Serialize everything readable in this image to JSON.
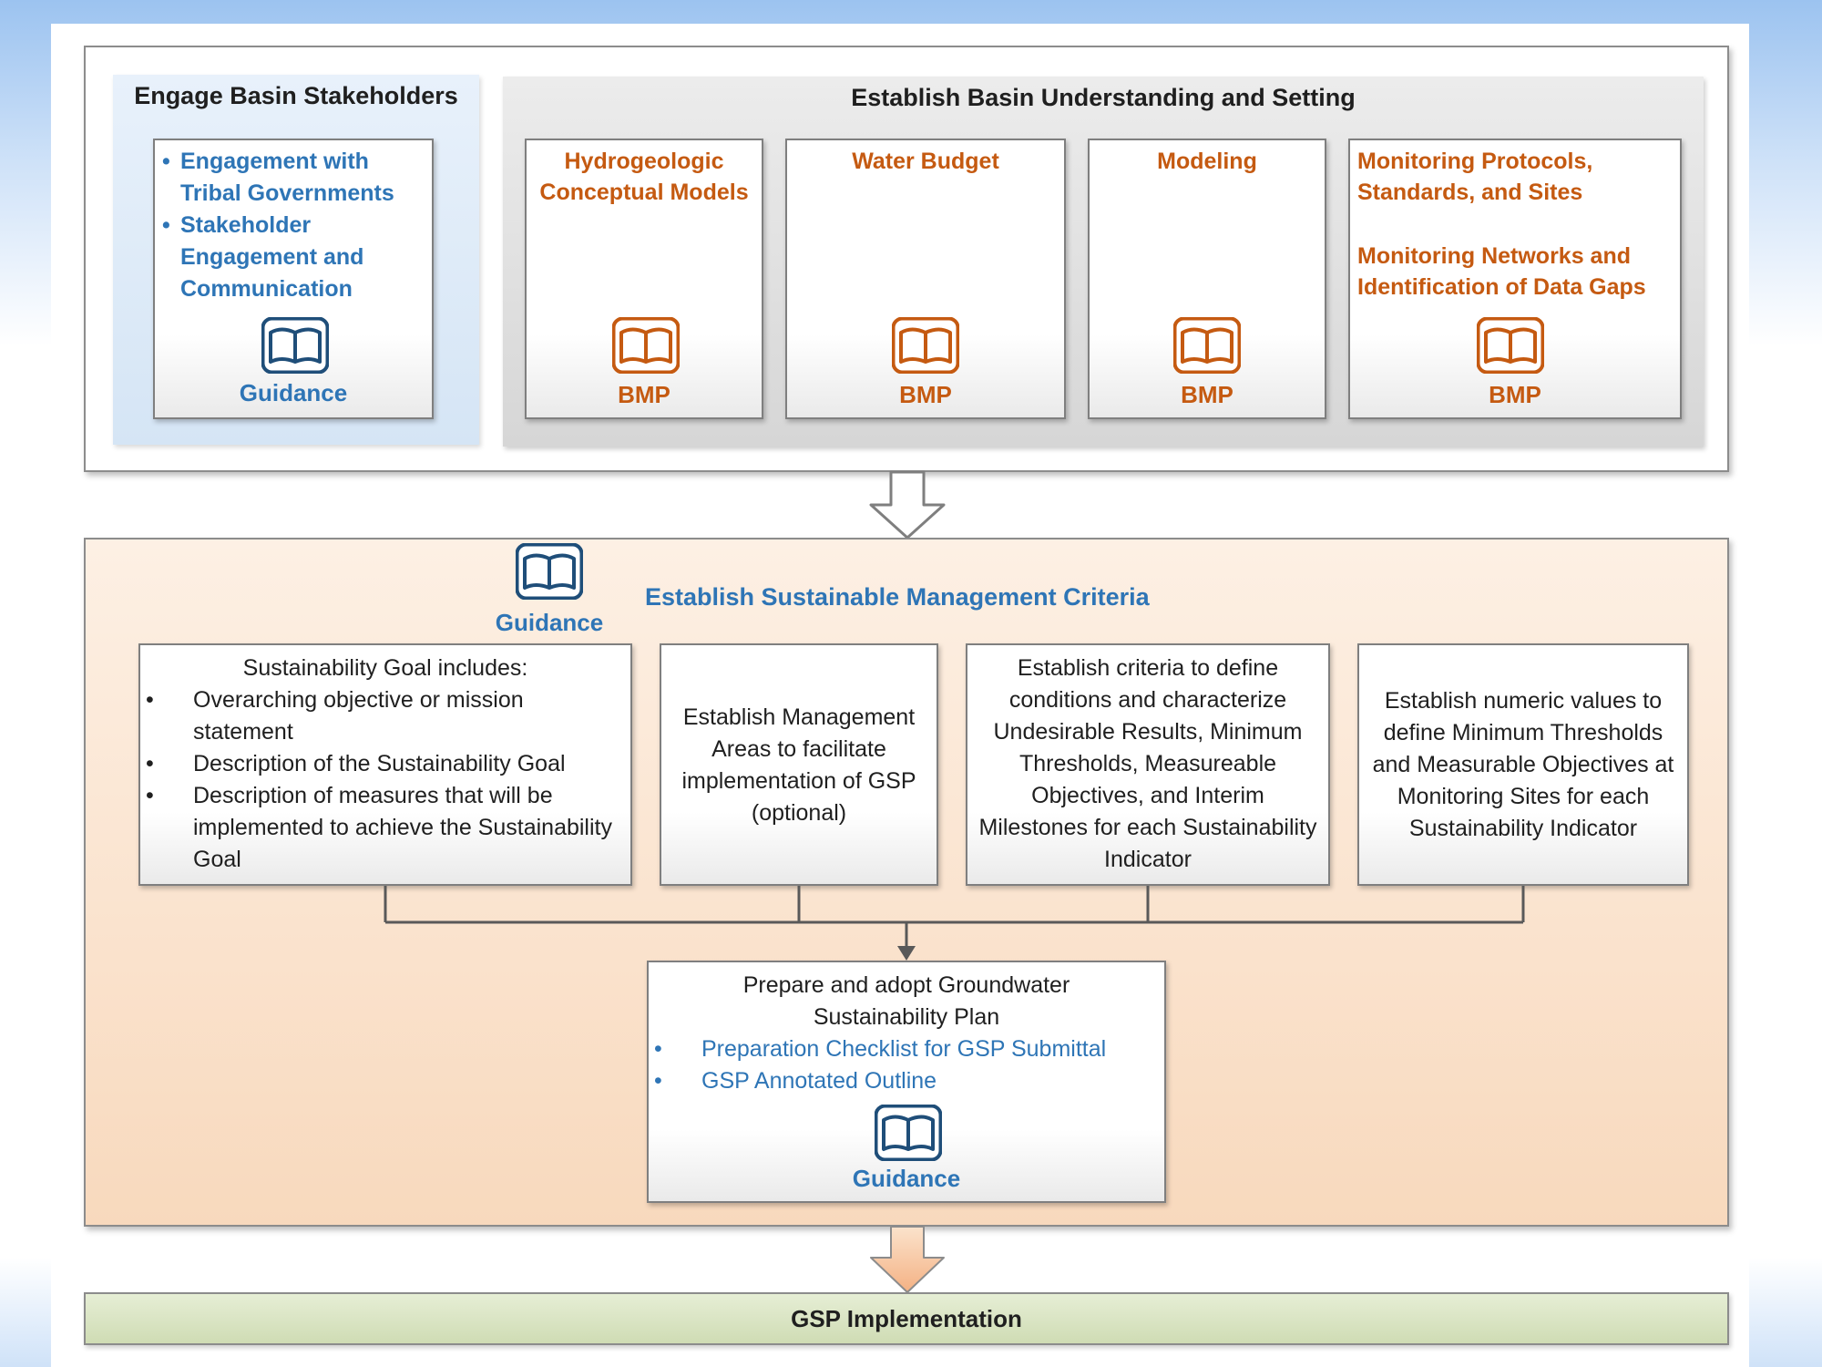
{
  "top": {
    "stakeholders": {
      "title": "Engage Basin Stakeholders",
      "items": [
        "Engagement with Tribal Governments",
        "Stakeholder Engagement and Communication"
      ],
      "icon": "book-icon",
      "label": "Guidance"
    },
    "basin": {
      "title": "Establish Basin Understanding and Setting",
      "cards": [
        {
          "lines": [
            "Hydrogeologic Conceptual Models"
          ],
          "label": "BMP"
        },
        {
          "lines": [
            "Water Budget"
          ],
          "label": "BMP"
        },
        {
          "lines": [
            "Modeling"
          ],
          "label": "BMP"
        },
        {
          "lines": [
            "Monitoring Protocols, Standards, and Sites",
            "Monitoring Networks and Identification of Data Gaps"
          ],
          "label": "BMP"
        }
      ]
    }
  },
  "smc": {
    "title": "Establish Sustainable Management Criteria",
    "guidance_label": "Guidance",
    "boxes": [
      {
        "heading": "Sustainability Goal includes:",
        "bullets": [
          "Overarching objective or mission statement",
          "Description of the Sustainability Goal",
          "Description of measures that will be implemented to achieve the Sustainability Goal"
        ]
      },
      {
        "text": "Establish Management Areas to facilitate implementation of GSP (optional)"
      },
      {
        "text": "Establish criteria to define conditions and characterize Undesirable Results, Minimum Thresholds, Measureable Objectives, and Interim Milestones for each Sustainability Indicator"
      },
      {
        "text": "Establish numeric values to define Minimum Thresholds and Measurable Objectives at Monitoring Sites for each Sustainability Indicator"
      }
    ],
    "plan": {
      "heading": "Prepare and adopt Groundwater Sustainability Plan",
      "links": [
        "Preparation Checklist for GSP Submittal",
        "GSP Annotated Outline"
      ],
      "label": "Guidance"
    }
  },
  "implementation": {
    "label": "GSP Implementation"
  },
  "colors": {
    "orange": "#c55a11",
    "blue": "#2e75b6",
    "navy": "#1f4e79",
    "peach": "#f8d9bd",
    "green": "#d6e3bc",
    "gray": "#dcdcdc"
  }
}
